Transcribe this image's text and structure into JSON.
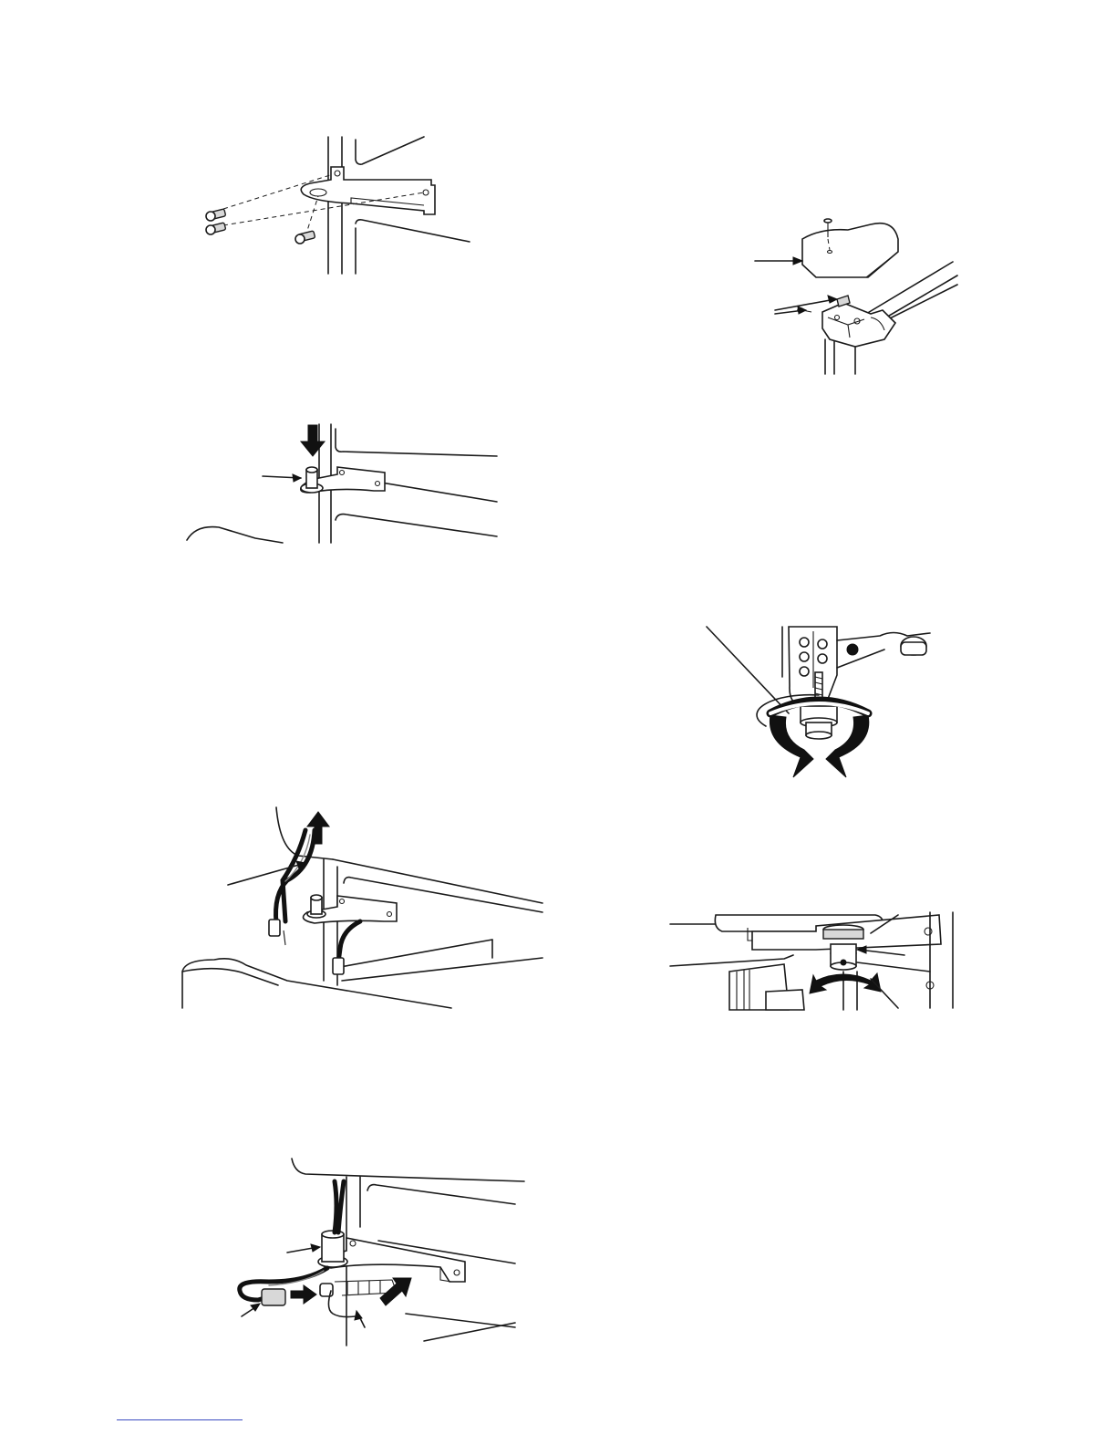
{
  "page": {
    "figures": [
      {
        "id": "fig1",
        "icon": "hinge-bracket-with-screws-illustration"
      },
      {
        "id": "fig2",
        "icon": "hinge-pin-insert-illustration"
      },
      {
        "id": "fig3",
        "icon": "wire-harness-through-hinge-illustration"
      },
      {
        "id": "fig4",
        "icon": "wire-connector-hinge-illustration"
      },
      {
        "id": "fig5",
        "icon": "top-hinge-cover-illustration"
      },
      {
        "id": "fig6",
        "icon": "leveling-leg-rotation-illustration"
      },
      {
        "id": "fig7",
        "icon": "door-height-adjust-illustration"
      }
    ],
    "colors": {
      "line": "#1a1a1a",
      "footer_rule": "#3b4cc0"
    }
  }
}
